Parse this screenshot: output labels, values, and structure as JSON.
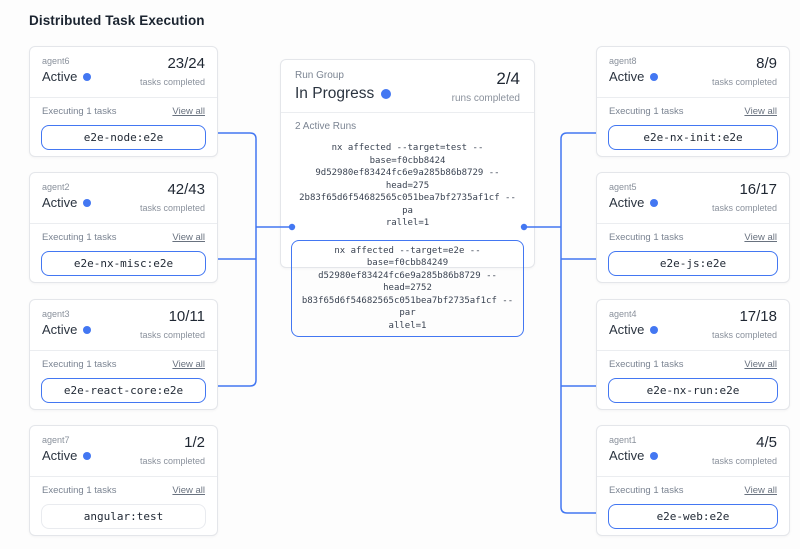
{
  "page_title": "Distributed Task Execution",
  "colors": {
    "accent": "#4377f2",
    "card_border": "#e4e6ea",
    "text_dark": "#1f2733",
    "text_gray": "#8a919c"
  },
  "labels": {
    "status": "Active",
    "caption": "tasks completed",
    "executing_label": "Executing 1 tasks",
    "view_all": "View all"
  },
  "run_group": {
    "label": "Run Group",
    "status": "In Progress",
    "fraction": "2/4",
    "fraction_caption": "runs completed",
    "active_runs_label": "2 Active Runs",
    "runs": [
      {
        "highlighted": false,
        "command": "nx affected --target=test --base=f0cbb84249d52980ef83424fc6e9a285b86b8729 --head=2752b83f65d6f54682565c051bea7bf2735af1cf --parallel=1",
        "command_lines": [
          "nx affected --target=test --base=f0cbb8424",
          "9d52980ef83424fc6e9a285b86b8729 --head=275",
          "2b83f65d6f54682565c051bea7bf2735af1cf --pa",
          "rallel=1"
        ]
      },
      {
        "highlighted": true,
        "command": "nx affected --target=e2e --base=f0cbb84249d52980ef83424fc6e9a285b86b8729 --head=2752b83f65d6f54682565c051bea7bf2735af1cf --parallel=1",
        "command_lines": [
          "nx affected --target=e2e --base=f0cbb84249",
          "d52980ef83424fc6e9a285b86b8729 --head=2752",
          "b83f65d6f54682565c051bea7bf2735af1cf --par",
          "allel=1"
        ]
      }
    ]
  },
  "agents": {
    "left": [
      {
        "name": "agent6",
        "fraction": "23/24",
        "task": "e2e-node:e2e",
        "highlighted": true
      },
      {
        "name": "agent2",
        "fraction": "42/43",
        "task": "e2e-nx-misc:e2e",
        "highlighted": true
      },
      {
        "name": "agent3",
        "fraction": "10/11",
        "task": "e2e-react-core:e2e",
        "highlighted": true
      },
      {
        "name": "agent7",
        "fraction": "1/2",
        "task": "angular:test",
        "highlighted": false
      }
    ],
    "right": [
      {
        "name": "agent8",
        "fraction": "8/9",
        "task": "e2e-nx-init:e2e",
        "highlighted": true
      },
      {
        "name": "agent5",
        "fraction": "16/17",
        "task": "e2e-js:e2e",
        "highlighted": true
      },
      {
        "name": "agent4",
        "fraction": "17/18",
        "task": "e2e-nx-run:e2e",
        "highlighted": true
      },
      {
        "name": "agent1",
        "fraction": "4/5",
        "task": "e2e-web:e2e",
        "highlighted": true
      }
    ]
  }
}
